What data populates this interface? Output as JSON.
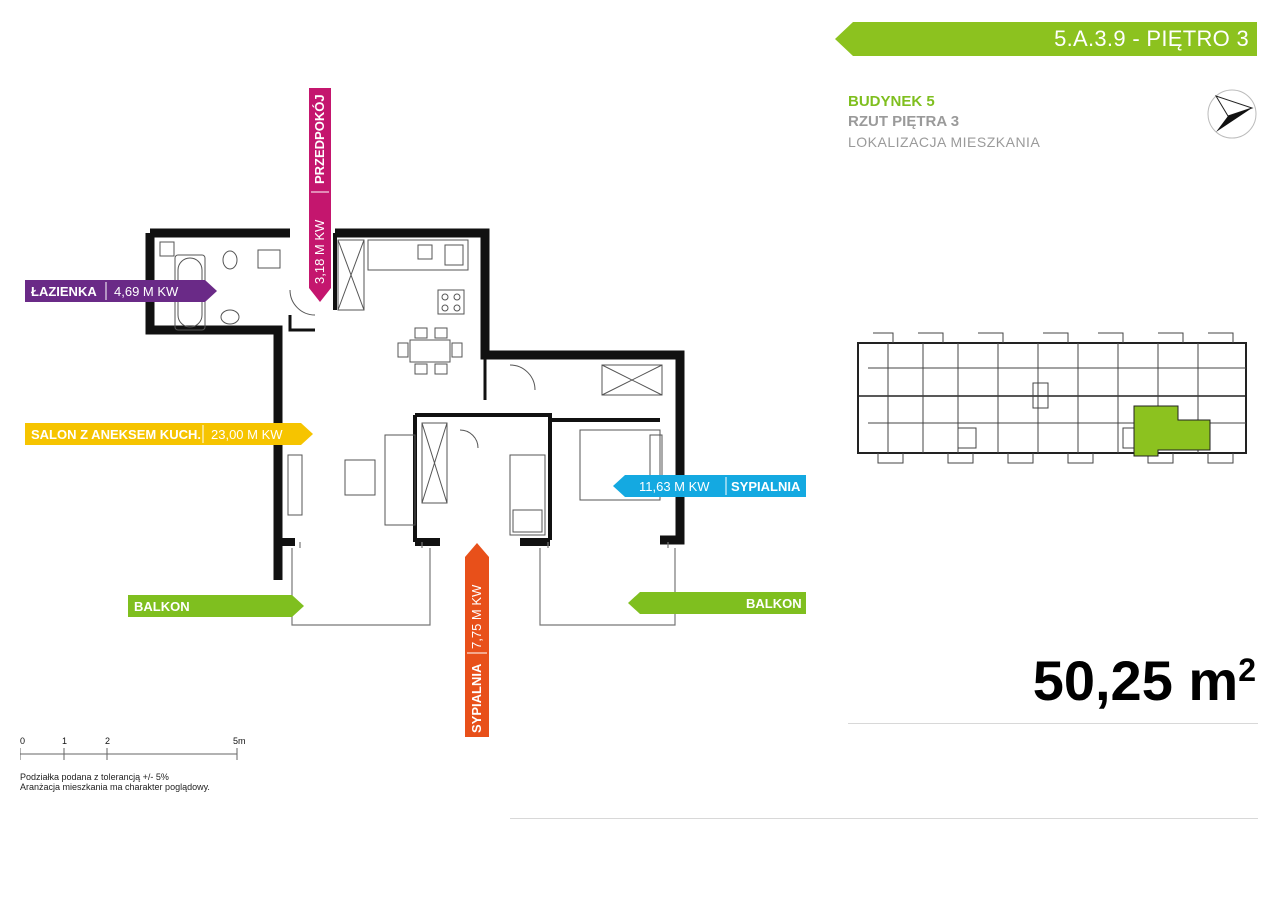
{
  "header": {
    "apartment_code": "5.A.3.9",
    "floor_label": "- PIĘTRO 3",
    "accent_color": "#8cc21f"
  },
  "info": {
    "building": "BUDYNEK 5",
    "floor_plan": "RZUT PIĘTRA 3",
    "location": "LOKALIZACJA MIESZKANIA"
  },
  "rooms": {
    "przedpokoj": {
      "name": "PRZEDPOKÓJ",
      "area": "3,18 M KW",
      "color": "#c4166e"
    },
    "lazienka": {
      "name": "ŁAZIENKA",
      "area": "4,69 M KW",
      "color": "#6a2a87"
    },
    "salon": {
      "name": "SALON Z ANEKSEM KUCH.",
      "area": "23,00 M KW",
      "color": "#f6c400"
    },
    "sypialnia1": {
      "name": "SYPIALNIA",
      "area": "11,63 M KW",
      "color": "#14a9e1"
    },
    "sypialnia2": {
      "name": "SYPIALNIA",
      "area": "7,75 M KW",
      "color": "#e8501a"
    },
    "balkon1": {
      "name": "BALKON",
      "color": "#7fbf1f"
    },
    "balkon2": {
      "name": "BALKON",
      "color": "#7fbf1f"
    }
  },
  "total_area": {
    "value": "50,25",
    "unit": "m",
    "unit_sup": "2"
  },
  "scale": {
    "ticks": [
      "0",
      "1",
      "2",
      "5m"
    ]
  },
  "notes": {
    "line1": "Podziałka podana z tolerancją +/- 5%",
    "line2": "Aranżacja mieszkania ma charakter poglądowy."
  }
}
